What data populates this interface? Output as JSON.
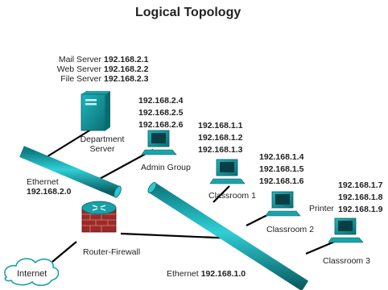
{
  "title": "Logical Topology",
  "servers": [
    {
      "label": "Mail Server",
      "ip": "192.168.2.1"
    },
    {
      "label": "Web Server",
      "ip": "192.168.2.2"
    },
    {
      "label": "File Server",
      "ip": "192.168.2.3"
    }
  ],
  "department_server_label": "Department Server",
  "admin_group": {
    "ips": [
      "192.168.2.4",
      "192.168.2.5",
      "192.168.2.6"
    ],
    "label": "Admin Group"
  },
  "classroom1": {
    "ips": [
      "192.168.1.1",
      "192.168.1.2",
      "192.168.1.3"
    ],
    "label": "Classroom 1"
  },
  "classroom2": {
    "ips": [
      "192.168.1.4",
      "192.168.1.5",
      "192.168.1.6"
    ],
    "label": "Classroom 2"
  },
  "classroom3": {
    "ips": [
      "192.168.1.7",
      "192.168.1.8",
      "192.168.1.9"
    ],
    "label": "Classroom 3",
    "printer_label": "Printer"
  },
  "ethernet_top": {
    "label": "Ethernet",
    "ip": "192.168.2.0"
  },
  "ethernet_bottom": {
    "label": "Ethernet",
    "ip": "192.168.1.0"
  },
  "router_label": "Router-Firewall",
  "internet_label": "Internet"
}
